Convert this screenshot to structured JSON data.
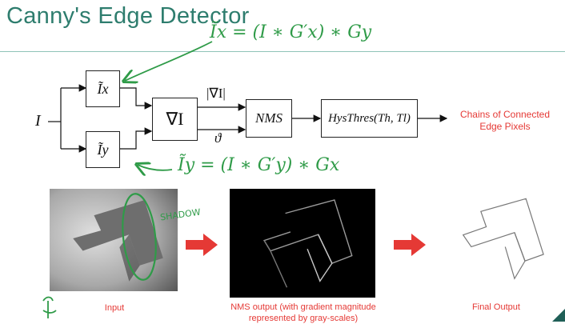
{
  "title": "Canny's Edge Detector",
  "annotations": {
    "ix_formula": "Ĩx = (I ∗ G′x) ∗ Gy",
    "iy_formula": "Ĩy = (I ∗ G′y) ∗ Gx",
    "shadow_note": "SHADOW"
  },
  "diagram": {
    "input_label": "I",
    "ix_label": "Ĩx",
    "iy_label": "Ĩy",
    "grad_label": "∇I",
    "mag_label": "|∇I|",
    "theta_label": "ϑ",
    "nms_label": "NMS",
    "hys_label": "HysThres(Th, Tl)",
    "output_text": "Chains of Connected Edge Pixels"
  },
  "panels": {
    "input_caption": "Input",
    "nms_caption": "NMS output (with gradient magnitude represented by gray-scales)",
    "final_caption": "Final Output"
  },
  "colors": {
    "title": "#2e7d6e",
    "annotation": "#2f9b48",
    "accent_red": "#e53935"
  }
}
